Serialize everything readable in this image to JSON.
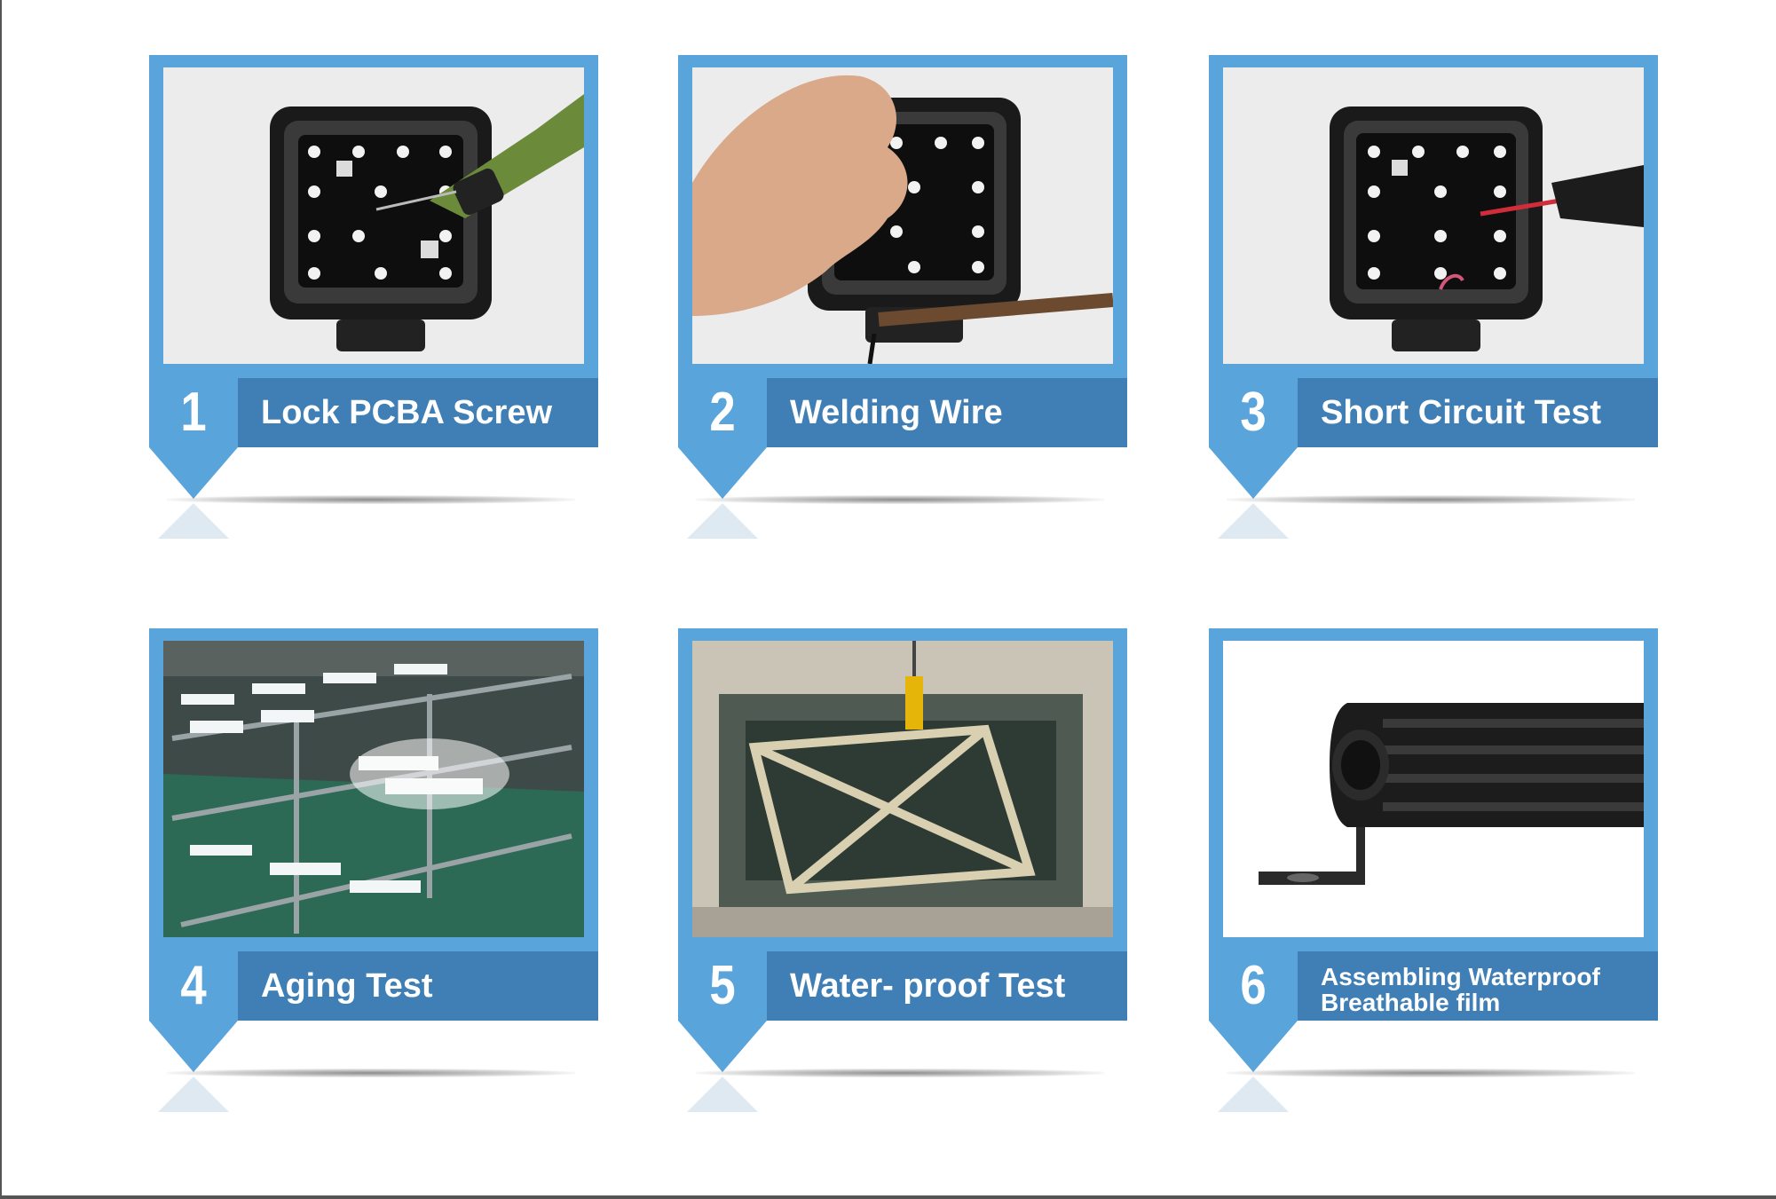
{
  "steps": [
    {
      "number": "1",
      "label": "Lock PCBA Screw"
    },
    {
      "number": "2",
      "label": "Welding Wire"
    },
    {
      "number": "3",
      "label": "Short Circuit Test"
    },
    {
      "number": "4",
      "label": "Aging Test"
    },
    {
      "number": "5",
      "label": "Water- proof Test"
    },
    {
      "number": "6",
      "label_line1": "Assembling Waterproof",
      "label_line2": "Breathable film"
    }
  ],
  "colors": {
    "frame_blue": "#5aa4dc",
    "label_blue": "#3f7fb5",
    "text": "#ffffff"
  }
}
